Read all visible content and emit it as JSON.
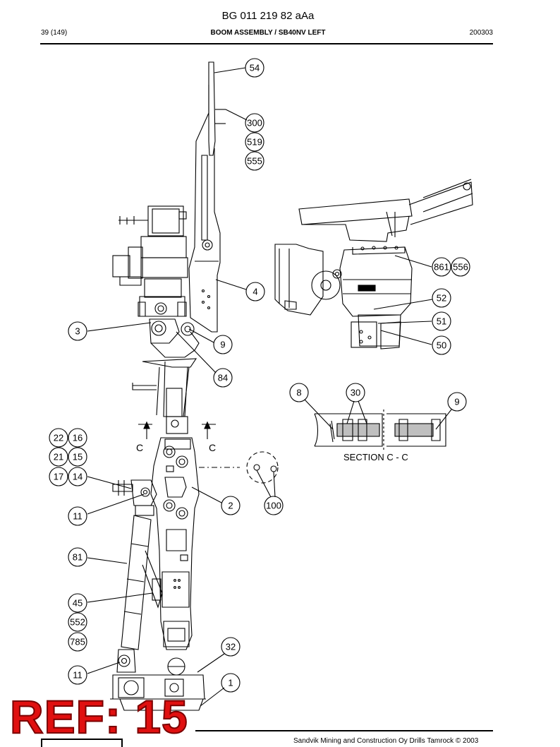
{
  "header": {
    "doc_code": "BG 011 219 82 aAa",
    "page": "39 (149)",
    "title": "BOOM ASSEMBLY / SB40NV LEFT",
    "date": "200303"
  },
  "drawing": {
    "section_marks": [
      "C",
      "C"
    ],
    "section_title": "SECTION C - C",
    "callouts": {
      "c54": "54",
      "c300": "300",
      "c519": "519",
      "c555": "555",
      "c4": "4",
      "c3": "3",
      "c9a": "9",
      "c84": "84",
      "c861": "861",
      "c556": "556",
      "c52": "52",
      "c51": "51",
      "c50": "50",
      "c8": "8",
      "c30": "30",
      "c9b": "9",
      "c22": "22",
      "c16": "16",
      "c21": "21",
      "c15": "15",
      "c17": "17",
      "c14": "14",
      "c2": "2",
      "c100": "100",
      "c11a": "11",
      "c81": "81",
      "c45": "45",
      "c552": "552",
      "c785": "785",
      "c32": "32",
      "c11b": "11",
      "c1": "1"
    }
  },
  "stamp": {
    "text": "REF: 15"
  },
  "footer": {
    "copyright": "Sandvik Mining and Construction Oy Drills Tamrock © 2003"
  }
}
